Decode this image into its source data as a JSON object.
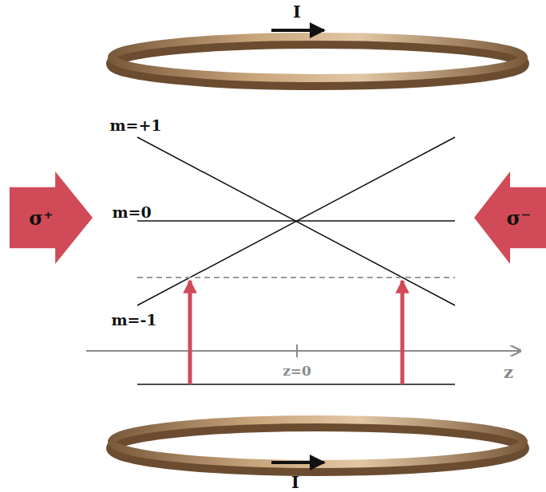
{
  "diagram": {
    "nodes": [
      {
        "text": [
          "σ⁺"
        ]
      },
      {
        "text": [
          "σ⁻"
        ]
      }
    ],
    "labels": [
      "I",
      "m=+1",
      "m=0",
      "m=-1",
      "z=0",
      "z",
      "I"
    ]
  }
}
